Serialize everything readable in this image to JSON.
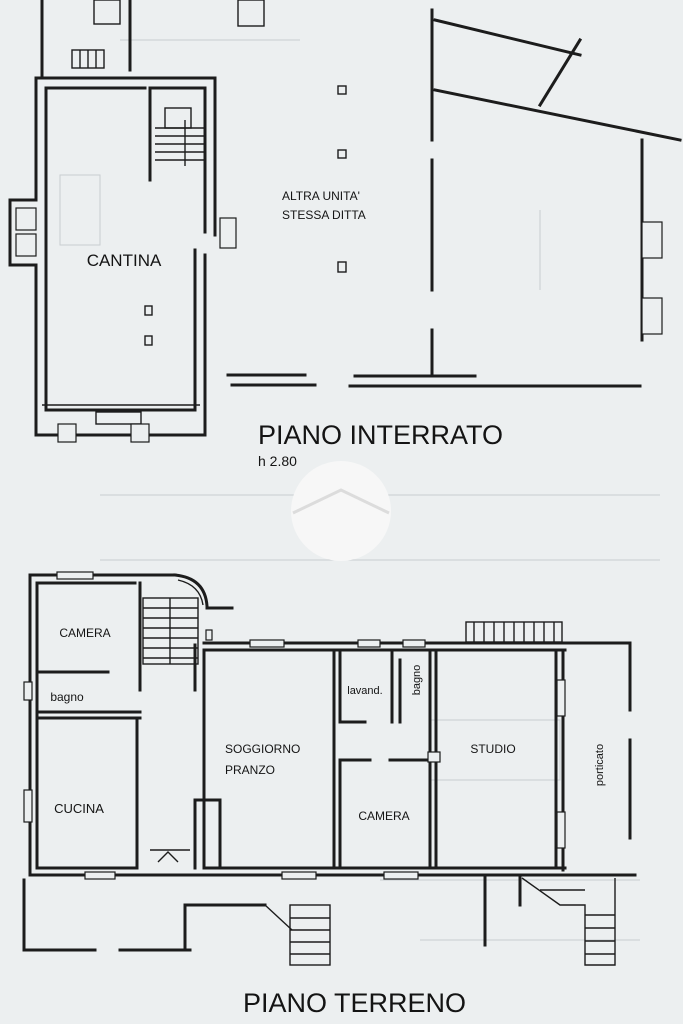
{
  "basement": {
    "title": "PIANO INTERRATO",
    "height_label": "h 2.80",
    "rooms": {
      "cantina": "CANTINA",
      "other_unit_line1": "ALTRA UNITA'",
      "other_unit_line2": "STESSA DITTA"
    }
  },
  "ground_floor": {
    "title": "PIANO TERRENO",
    "rooms": {
      "camera_1": "CAMERA",
      "bagno_1": "bagno",
      "cucina": "CUCINA",
      "soggiorno_line1": "SOGGIORNO",
      "soggiorno_line2": "PRANZO",
      "lavanderia": "lavand.",
      "bagno_2": "bagno",
      "camera_2": "CAMERA",
      "studio": "STUDIO",
      "porticato": "porticato"
    }
  },
  "colors": {
    "paper": "#eceff0",
    "ink": "#1c1c1c"
  }
}
